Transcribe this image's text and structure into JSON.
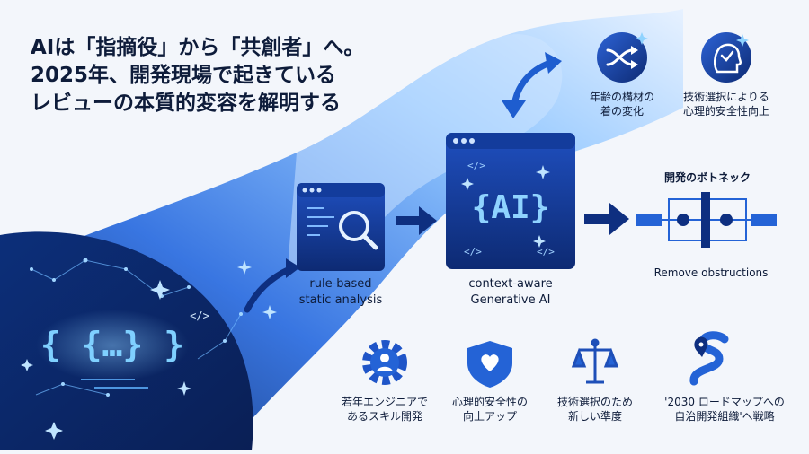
{
  "title": {
    "line1": "AIは「指摘役」から「共創者」へ。",
    "line2": "2025年、開発現場で起きている",
    "line3": "レビューの本質的変容を解明する"
  },
  "center_panel": {
    "text": "{AI}"
  },
  "code_glyph": "{ {…} }",
  "small_tag": "</>",
  "labels": {
    "rule_based_line1": "rule-based",
    "rule_based_line2": "static analysis",
    "context_aware_line1": "context-aware",
    "context_aware_line2": "Generative AI",
    "bottleneck_title": "開発のボトネック",
    "remove_obstructions": "Remove obstructions"
  },
  "top_icons": [
    {
      "icon": "shuffle-icon",
      "line1": "年齢の構材の",
      "line2": "着の変化"
    },
    {
      "icon": "head-check-icon",
      "line1": "技術選択によりる",
      "line2": "心理的安全性向上"
    }
  ],
  "bottom_icons": [
    {
      "icon": "gear-person-icon",
      "line1": "若年エンジニアで",
      "line2": "あるスキル開発"
    },
    {
      "icon": "heart-shield-icon",
      "line1": "心理的安全性の",
      "line2": "向上アップ"
    },
    {
      "icon": "scales-icon",
      "line1": "技術選択のため",
      "line2": "新しい準度"
    },
    {
      "icon": "roadmap-icon",
      "line1": "'2030 ロードマップへの",
      "line2": "自治開発組織'へ戦略"
    }
  ],
  "colors": {
    "navy": "#0e1c3a",
    "deep_blue": "#0b2a6e",
    "accent_blue": "#2463d6",
    "light_blue": "#5aa6ff"
  }
}
